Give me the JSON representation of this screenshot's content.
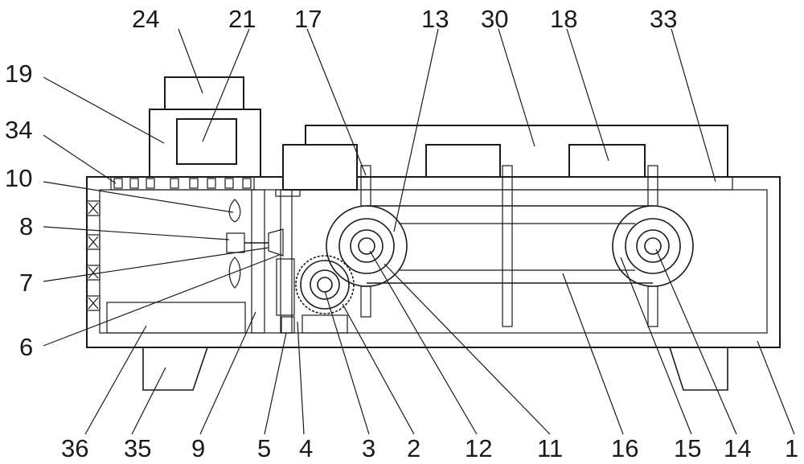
{
  "labels": {
    "l24": "24",
    "l21": "21",
    "l17": "17",
    "l13": "13",
    "l30": "30",
    "l18": "18",
    "l33": "33",
    "l19": "19",
    "l34": "34",
    "l10": "10",
    "l8": "8",
    "l7": "7",
    "l6": "6",
    "l36": "36",
    "l35": "35",
    "l9": "9",
    "l5": "5",
    "l4": "4",
    "l3": "3",
    "l2": "2",
    "l12": "12",
    "l11": "11",
    "l16": "16",
    "l15": "15",
    "l14": "14",
    "l1": "1"
  }
}
